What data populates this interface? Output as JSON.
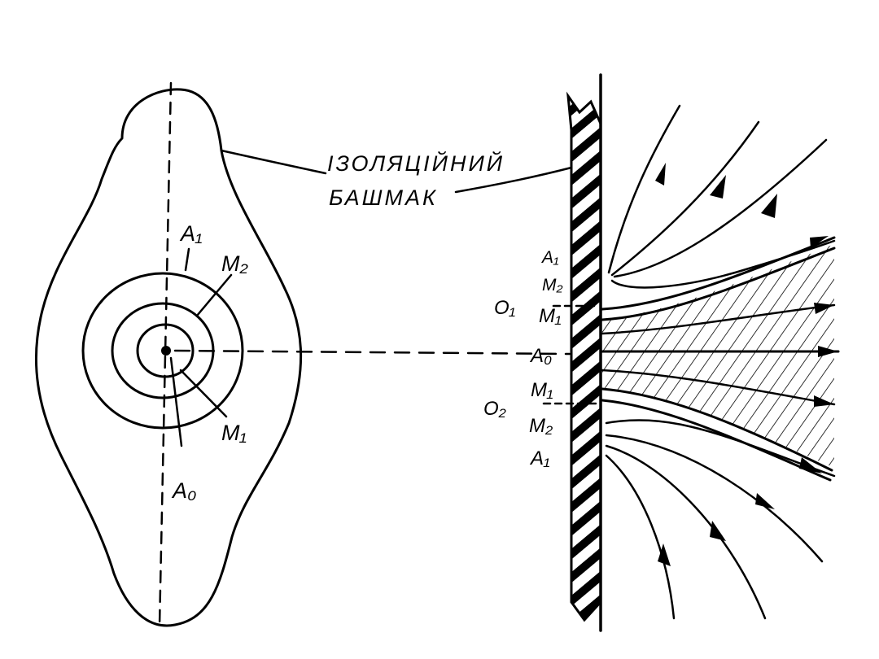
{
  "caption": {
    "line1": "ІЗОЛЯЦІЙНИЙ",
    "line2": "БАШМАК"
  },
  "left_labels": {
    "a1": "A₁",
    "m2": "M₂",
    "m1": "M₁",
    "a0": "A₀"
  },
  "right_labels": {
    "a1_top": "A₁",
    "m2_top": "M₂",
    "o1": "O₁",
    "m1_top": "M₁",
    "a0": "A₀",
    "m1_bottom": "M₁",
    "o2": "O₂",
    "m2_bottom": "M₂",
    "a1_bottom": "A₁"
  }
}
